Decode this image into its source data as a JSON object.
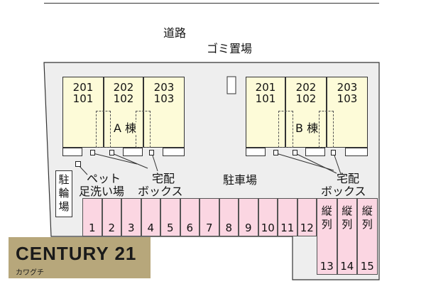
{
  "road_label": "道路",
  "garbage_label": "ゴミ置場",
  "parking_label": "駐車場",
  "bicycle_label": "駐輪場",
  "pet_wash_label": [
    "ペット",
    "足洗い場"
  ],
  "delivery_box_label": [
    "宅配",
    "ボックス"
  ],
  "building_a": {
    "name": "A 棟",
    "units": [
      [
        "201",
        "101"
      ],
      [
        "202",
        "102"
      ],
      [
        "203",
        "103"
      ]
    ]
  },
  "building_b": {
    "name": "B 棟",
    "units": [
      [
        "201",
        "101"
      ],
      [
        "202",
        "102"
      ],
      [
        "203",
        "103"
      ]
    ]
  },
  "parking_spaces": [
    "1",
    "2",
    "3",
    "4",
    "5",
    "6",
    "7",
    "8",
    "9",
    "10",
    "11",
    "12"
  ],
  "parking_vertical": [
    {
      "label": "縦\n列",
      "num": "13"
    },
    {
      "label": "縦\n列",
      "num": "14"
    },
    {
      "label": "縦\n列",
      "num": "15"
    }
  ],
  "logo": {
    "main": "CENTURY 21",
    "sub": "カワグチ"
  },
  "colors": {
    "unit": "#fdfbd8",
    "parking": "#fbd6e2",
    "logo": "#b7a77b"
  }
}
